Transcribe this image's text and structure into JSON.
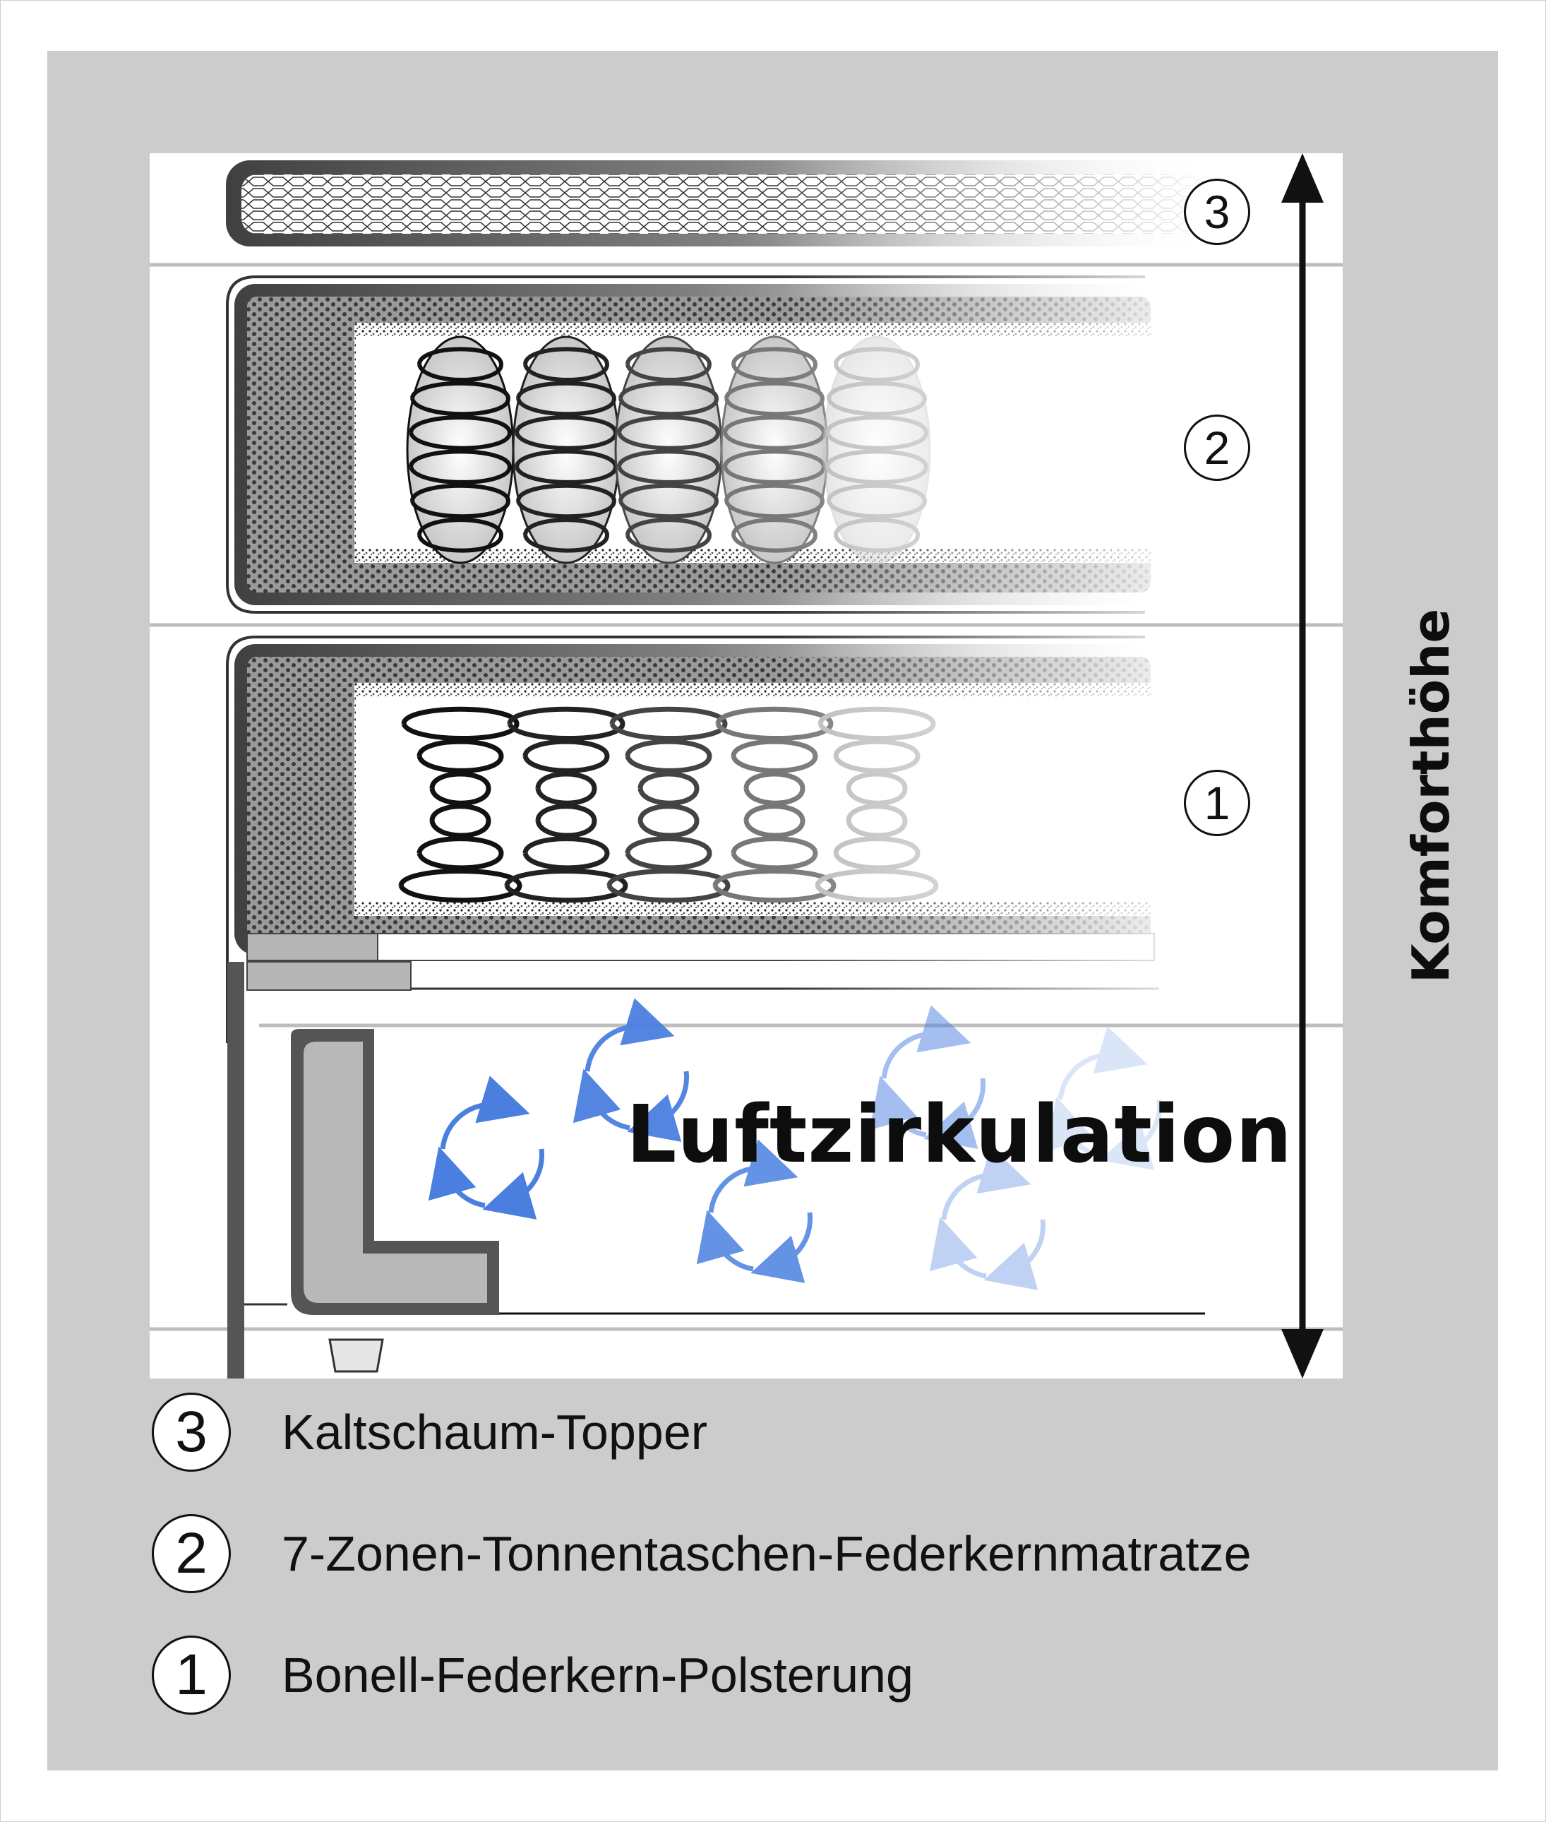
{
  "diagram": {
    "layer_markers": [
      "3",
      "2",
      "1"
    ],
    "air_label": "Luftzirkulation",
    "axis_label": "Komforthöhe"
  },
  "legend": [
    {
      "number": "3",
      "text": "Kaltschaum-Topper"
    },
    {
      "number": "2",
      "text": "7-Zonen-Tonnentaschen-Federkernmatratze"
    },
    {
      "number": "1",
      "text": "Bonell-Federkern-Polsterung"
    }
  ],
  "colors": {
    "panel": "#cccccc",
    "frame_dark": "#555555",
    "arrow_blue": "#4a7fe0"
  }
}
